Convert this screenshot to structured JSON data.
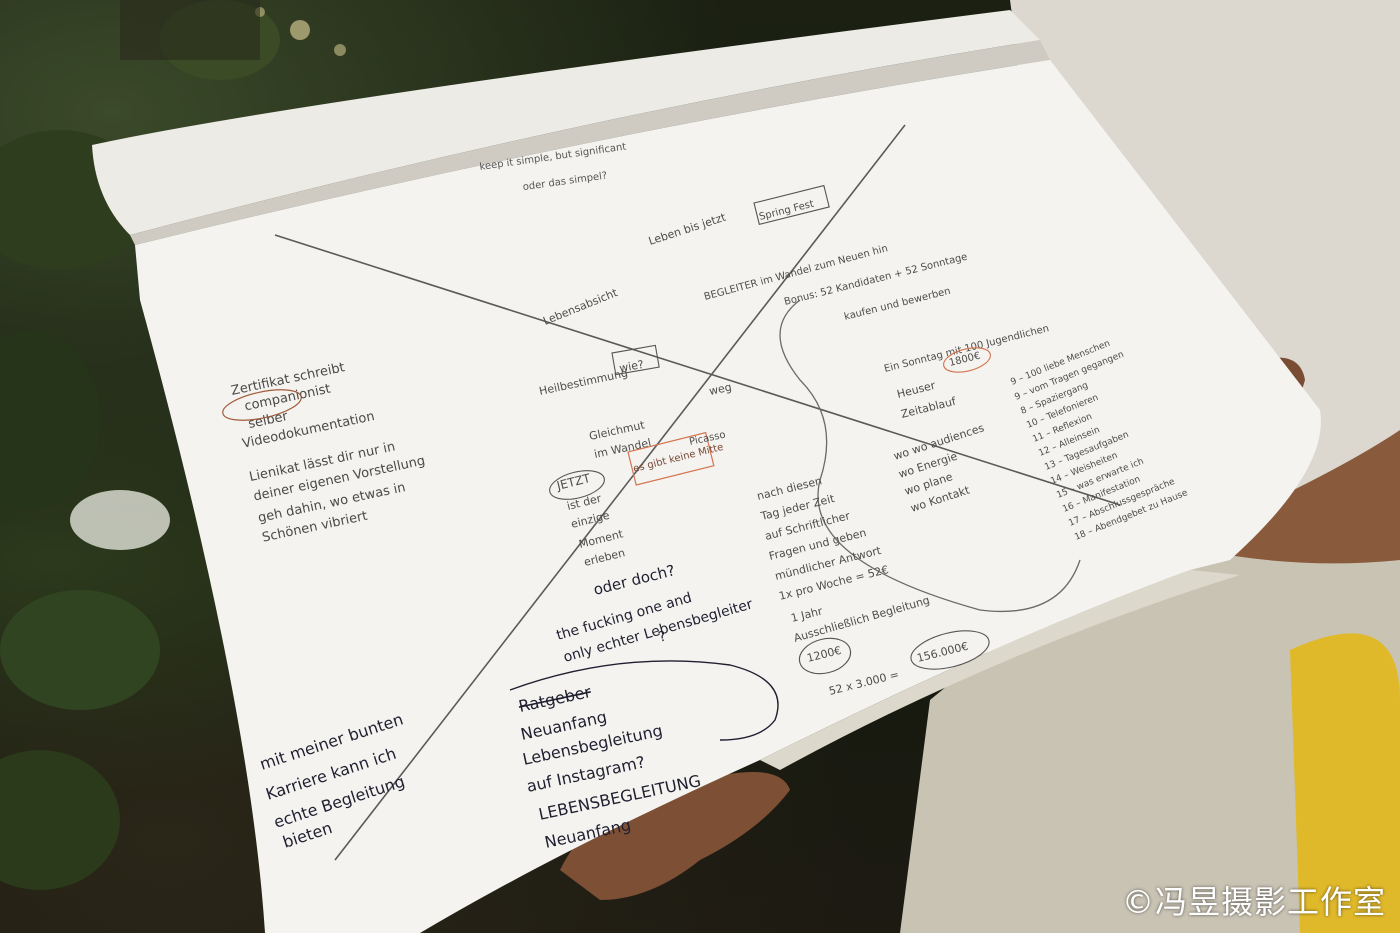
{
  "watermark": "©冯昱摄影工作室",
  "notes": {
    "top": {
      "line1": "keep it simple, but significant",
      "line2": "oder das simpel?"
    },
    "left": {
      "line1": "Zertifikat schreibt",
      "line2": "companionist",
      "line3": "selber",
      "line4": "Videodokumentation",
      "line5": "Lienikat lässt dir nur in",
      "line6": "deiner eigenen Vorstellung",
      "line7": "geh dahin, wo etwas in",
      "line8": "Schönen vibriert"
    },
    "center": {
      "lebenslang": "Leben bis jetzt",
      "lebensabsicht": "Lebensabsicht",
      "begleiter": "BEGLEITER im Wandel zum Neuen hin",
      "heilung": "Heilbestimmung",
      "wie": "wie?",
      "gleichmut": "Gleichmut",
      "im_wandel": "im Wandel",
      "jetzt": "JETZT",
      "ist_der": "ist der",
      "einzige": "einzige",
      "moment": "Moment",
      "erleben": "erleben",
      "gibt_keine": "es gibt keine Mitte",
      "picasso": "Picasso",
      "weg": "weg",
      "oder_doch": "oder doch?",
      "fucking": "the fucking one and",
      "only": "only echter Lebensbegleiter",
      "q": "?"
    },
    "bottom_left": {
      "line1": "mit meiner bunten",
      "line2": "Karriere kann ich",
      "line3": "echte Begleitung",
      "line4": "bieten"
    },
    "bottom_center": {
      "line1": "Ratgeber",
      "line2": "Neuanfang",
      "line3": "Lebensbegleitung",
      "line4": "auf Instagram?",
      "line5": "LEBENSBEGLEITUNG",
      "line6": "Neuanfang"
    },
    "right": {
      "box": "Spring Fest",
      "budget1": "Bonus: 52 Kandidaten + 52 Sonntage",
      "budget2": "kaufen und bewerben",
      "sonntag": "Ein Sonntag mit 100 Jugendlichen",
      "price_small": "1800€",
      "heuser": "Heuser",
      "zeitablauf": "Zeitablauf",
      "wo1": "wo wo audiences",
      "wo2": "wo Energie",
      "wo3": "wo plane",
      "wo4": "wo Kontakt",
      "nach1": "nach diesen",
      "nach2": "Tag jeder Zeit",
      "nach3": "auf Schriftlicher",
      "nach4": "Fragen und geben",
      "nach5": "mündlicher Antwort",
      "nach6": "1x pro Woche = 52€",
      "nach7": "1 Jahr",
      "nach8": "Ausschließlich Begleitung",
      "price1": "1200€",
      "price2": "156.000€",
      "calc": "52 x 3.000 =",
      "list": [
        "9 – 100 liebe Menschen",
        "9 – vom Tragen gegangen",
        "8 – Spaziergang",
        "10 – Telefonieren",
        "11 – Reflexion",
        "12 – Alleinsein",
        "13 – Tagesaufgaben",
        "14 – Weisheiten",
        "15 – was erwarte ich",
        "16 – Manifestation",
        "17 – Abschlussgespräche",
        "18 – Abendgebet zu Hause"
      ]
    }
  }
}
